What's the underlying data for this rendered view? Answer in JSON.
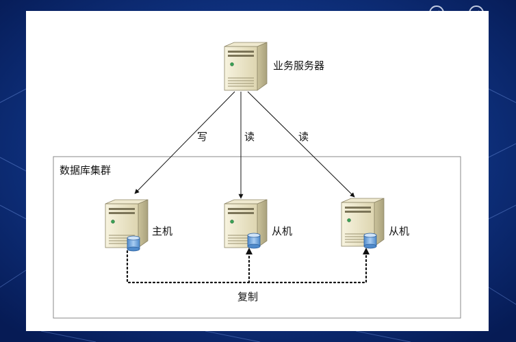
{
  "app_server": {
    "label": "业务服务器"
  },
  "cluster": {
    "label": "数据库集群"
  },
  "edges": {
    "write": "写",
    "read_left": "读",
    "read_right": "读"
  },
  "nodes": {
    "master": "主机",
    "slave1": "从机",
    "slave2": "从机"
  },
  "replication": {
    "label": "复制"
  },
  "colors": {
    "background": "#0b2a78",
    "card": "#ffffff",
    "server_body": "#ece6c8",
    "db_icon": "#6fa6dd"
  },
  "icons": [
    "server-icon",
    "database-icon",
    "top-corner-icon"
  ]
}
